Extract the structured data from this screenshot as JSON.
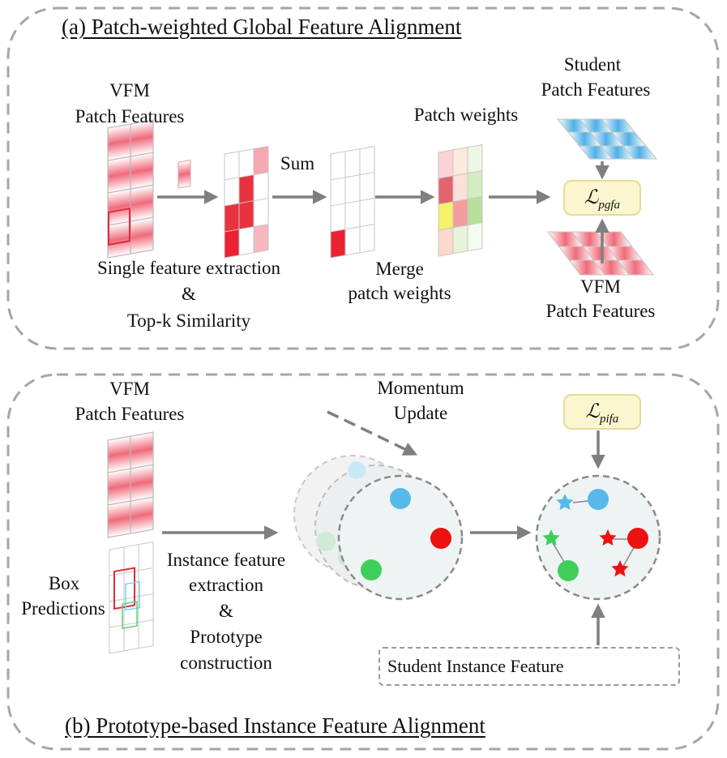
{
  "panel_a": {
    "title": "(a) Patch-weighted Global Feature Alignment",
    "vfm_label_top": [
      "VFM",
      "Patch Features"
    ],
    "single_feature_label": [
      "Single feature extraction",
      "&",
      "Top-k Similarity"
    ],
    "sum_label": "Sum",
    "patch_weights_label": "Patch weights",
    "merge_label": [
      "Merge",
      "patch weights"
    ],
    "student_label": [
      "Student",
      "Patch Features"
    ],
    "vfm_label_bottom": [
      "VFM",
      "Patch Features"
    ],
    "loss_symbol": "ℒ",
    "loss_subscript": "pgfa"
  },
  "panel_b": {
    "title": "(b) Prototype-based Instance Feature Alignment",
    "vfm_label": [
      "VFM",
      "Patch Features"
    ],
    "box_label": [
      "Box",
      "Predictions"
    ],
    "momentum_label": [
      "Momentum",
      "Update"
    ],
    "instance_label": [
      "Instance feature",
      "extraction",
      "&",
      "Prototype",
      "construction"
    ],
    "student_instance_label": "Student Instance Feature",
    "loss_symbol": "ℒ",
    "loss_subscript": "pifa"
  },
  "colors": {
    "border": "#a6a6a6",
    "arrow": "#7f7f7f",
    "vfm_red": "#ee6677",
    "student_blue": "#5ab4e8",
    "proto_blue": "#56b9ea",
    "proto_red": "#ee1111",
    "proto_green": "#3ecf5a",
    "loss_fill": "#fbf6cf"
  }
}
